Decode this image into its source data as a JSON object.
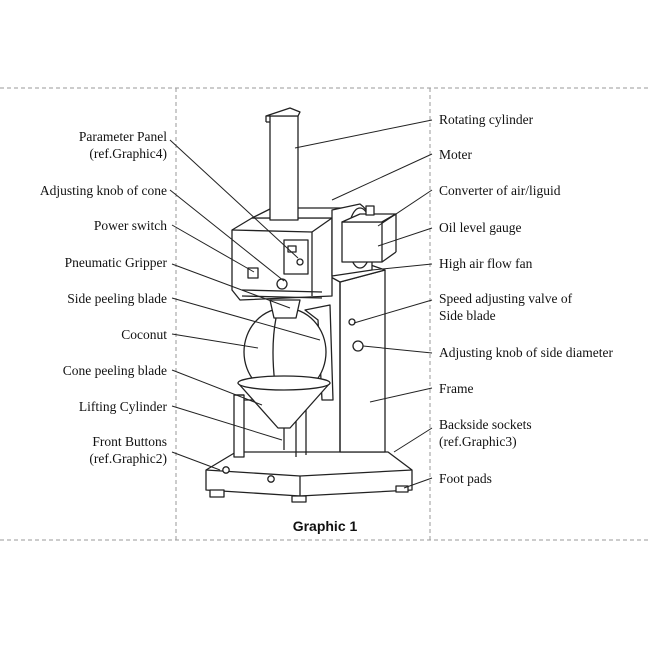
{
  "caption": "Graphic 1",
  "left_labels": [
    {
      "line1": "Parameter  Panel",
      "line2": "(ref.Graphic4)"
    },
    {
      "line1": "Adjusting knob of cone",
      "line2": ""
    },
    {
      "line1": "Power  switch",
      "line2": ""
    },
    {
      "line1": "Pneumatic  Gripper",
      "line2": ""
    },
    {
      "line1": "Side peeling blade",
      "line2": ""
    },
    {
      "line1": "Coconut",
      "line2": ""
    },
    {
      "line1": "Cone peeling blade",
      "line2": ""
    },
    {
      "line1": "Lifting Cylinder",
      "line2": ""
    },
    {
      "line1": "Front  Buttons",
      "line2": "(ref.Graphic2)"
    }
  ],
  "right_labels": [
    {
      "line1": "Rotating cylinder",
      "line2": ""
    },
    {
      "line1": "Moter",
      "line2": ""
    },
    {
      "line1": "Converter of air/liguid",
      "line2": ""
    },
    {
      "line1": "Oil level gauge",
      "line2": ""
    },
    {
      "line1": "High air flow fan",
      "line2": ""
    },
    {
      "line1": "Speed adjusting valve of",
      "line2": "Side blade"
    },
    {
      "line1": "Adjusting knob of side diameter",
      "line2": ""
    },
    {
      "line1": "Frame",
      "line2": ""
    },
    {
      "line1": "Backside sockets",
      "line2": "(ref.Graphic3)"
    },
    {
      "line1": "Foot pads",
      "line2": ""
    }
  ],
  "colors": {
    "line": "#222222",
    "guide": "#9a9a9a",
    "machine_fill": "#f4f4f4"
  }
}
